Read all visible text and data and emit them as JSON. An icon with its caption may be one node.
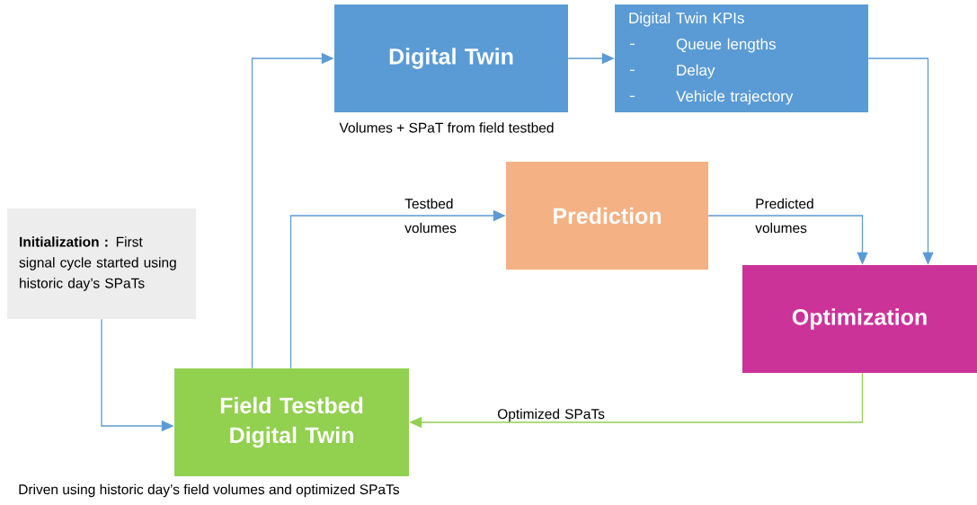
{
  "diagram": {
    "nodes": [
      {
        "text": [
          "Digital Twin"
        ],
        "beside": [
          "Volumes + SPaT from field testbed"
        ]
      },
      {
        "text": [
          "Digital Twin KPIs",
          "Queue lengths",
          "Delay",
          "Vehicle trajectory"
        ]
      },
      {
        "text": [
          "**Initialization :** First signal cycle started using historic day’s SPaTs"
        ]
      },
      {
        "text": [
          "Prediction"
        ]
      },
      {
        "text": [
          "Optimization"
        ]
      },
      {
        "text": [
          "Field Testbed Digital Twin"
        ],
        "beside": [
          "Driven using historic day’s field volumes and optimized SPaTs"
        ]
      }
    ],
    "edges": [
      {
        "from": 5,
        "to": 0,
        "arrow": "to"
      },
      {
        "from": 0,
        "to": 1,
        "arrow": "to"
      },
      {
        "from": 5,
        "to": 3,
        "arrow": "to",
        "label": "Testbed volumes"
      },
      {
        "from": 1,
        "to": 4,
        "arrow": "to"
      },
      {
        "from": 3,
        "to": 4,
        "arrow": "to",
        "label": "Predicted volumes"
      },
      {
        "from": 4,
        "to": 5,
        "arrow": "to",
        "label": "Optimized SPaTs",
        "color": "#92d050"
      },
      {
        "from": 2,
        "to": 5,
        "arrow": "to"
      }
    ]
  }
}
